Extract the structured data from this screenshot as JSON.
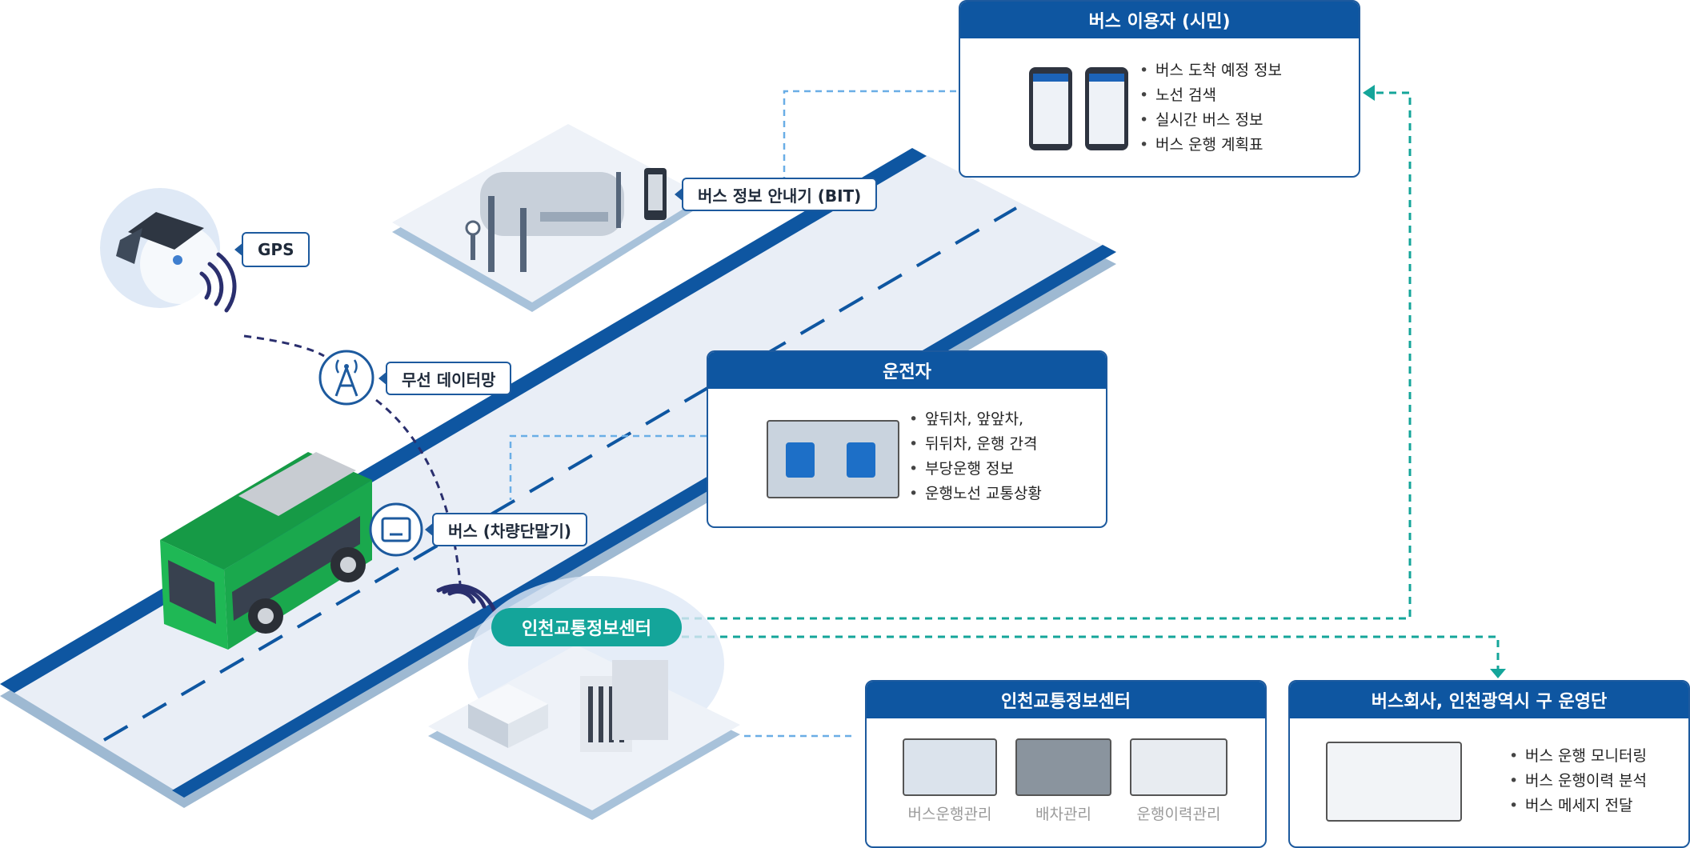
{
  "labels": {
    "gps": "GPS",
    "wireless": "무선 데이터망",
    "bus_terminal": "버스 (차량단말기)",
    "bit": "버스 정보 안내기 (BIT)",
    "center_badge": "인천교통정보센터"
  },
  "panels": {
    "citizen": {
      "title": "버스 이용자 (시민)",
      "items": [
        "버스 도착 예정 정보",
        "노선 검색",
        "실시간 버스 정보",
        "버스 운행 계획표"
      ]
    },
    "driver": {
      "title": "운전자",
      "items": [
        "앞뒤차, 앞앞차,",
        "뒤뒤차, 운행 간격",
        "부당운행 정보",
        "운행노선 교통상황"
      ]
    },
    "center": {
      "title": "인천교통정보센터",
      "captions": [
        "버스운행관리",
        "배차관리",
        "운행이력관리"
      ]
    },
    "company": {
      "title": "버스회사, 인천광역시 구 운영단",
      "items": [
        "버스 운행 모니터링",
        "버스 운행이력 분석",
        "버스 메세지 전달"
      ]
    }
  },
  "colors": {
    "navy": "#0e56a1",
    "teal": "#14a59a",
    "bus_green": "#1fb855",
    "road": "#e9eef6"
  }
}
